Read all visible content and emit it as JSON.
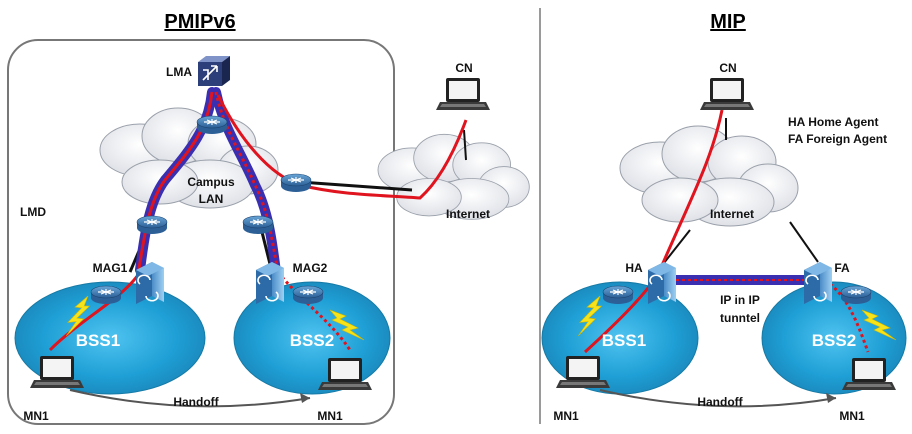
{
  "left": {
    "title": "PMIPv6",
    "lma": "LMA",
    "cn": "CN",
    "campus_line1": "Campus",
    "campus_line2": "LAN",
    "internet": "Internet",
    "lmd": "LMD",
    "mag1": "MAG1",
    "mag2": "MAG2",
    "bss1": "BSS1",
    "bss2": "BSS2",
    "handoff": "Handoff",
    "mn_left": "MN1",
    "mn_right": "MN1"
  },
  "right": {
    "title": "MIP",
    "cn": "CN",
    "ha_line": "HA Home Agent",
    "fa_line": "FA Foreign Agent",
    "internet": "Internet",
    "ha": "HA",
    "fa": "FA",
    "tunnel_line1": "IP in IP",
    "tunnel_line2": "tunntel",
    "bss1": "BSS1",
    "bss2": "BSS2",
    "handoff": "Handoff",
    "mn_left": "MN1",
    "mn_right": "MN1"
  },
  "colors": {
    "path_red": "#e0141e",
    "tunnel_blue": "#3a2fb0",
    "cell": "#2aa6d8",
    "bolt": "#f7e31a"
  }
}
